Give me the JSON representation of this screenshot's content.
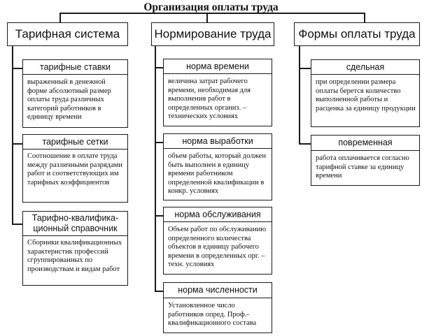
{
  "title": "Организация оплаты труда",
  "columns": [
    {
      "header": "Тарифная система",
      "items": [
        {
          "label": "тарифные ставки",
          "text": "выраженный в денежной форме абсолютный размер оплаты труда различных категорий работников в единицу времени"
        },
        {
          "label": "тарифные сетки",
          "text": "Соотношение в оплате труда между различными разрядами работ и соответствующих им тарифных коэффициентов"
        },
        {
          "label": "Тарифно-квалифика-ционный справочник",
          "text": "Сборники квалификационных характеристик профессий сгруппированных по производствам и видам работ"
        }
      ]
    },
    {
      "header": "Нормирование труда",
      "items": [
        {
          "label": "норма времени",
          "text": "величина затрат рабочего времени, необходимая для выполнения работ в определенных организ. – технических условиях"
        },
        {
          "label": "норма выработки",
          "text": "объем работы, который должен быть выполнен в единицу времени работником определенной квалификации в конкр. условиях"
        },
        {
          "label": "норма обслуживания",
          "text": "Объем работ по обслуживанию определенного количества объектов в единицу рабочего времени в определенных орг. – техн. условиях"
        },
        {
          "label": "норма численности",
          "text": "Установленное число работников опред. Проф.- квалификационного состава"
        }
      ]
    },
    {
      "header": "Формы оплаты труда",
      "items": [
        {
          "label": "сдельная",
          "text": "при определении размера оплаты берется количество выполненной работы и расценка за единицу продукции"
        },
        {
          "label": "повременная",
          "text": "работа оплачивается согласно тарифной ставке за единицу времени"
        }
      ]
    }
  ]
}
